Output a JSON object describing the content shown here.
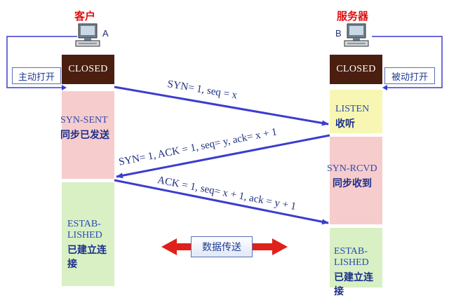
{
  "client": {
    "role": "客户",
    "letter": "A",
    "closed": "CLOSED",
    "action": "主动打开"
  },
  "server": {
    "role": "服务器",
    "letter": "B",
    "closed": "CLOSED",
    "action": "被动打开"
  },
  "client_states": [
    {
      "en": "SYN-SENT",
      "zh": "同步已发送",
      "color": "#f7cccc"
    },
    {
      "en": "ESTAB-LISHED",
      "zh": "已建立连接",
      "color": "#d8f0c4"
    }
  ],
  "server_states": [
    {
      "en": "LISTEN",
      "zh": "收听",
      "color": "#f7f7b3"
    },
    {
      "en": "SYN-RCVD",
      "zh": "同步收到",
      "color": "#f7cccc"
    },
    {
      "en": "ESTAB-LISHED",
      "zh": "已建立连接",
      "color": "#d8f0c4"
    }
  ],
  "messages": [
    {
      "text": "SYN= 1, seq = x"
    },
    {
      "text": "SYN= 1, ACK = 1, seq= y, ack= x + 1"
    },
    {
      "text": "ACK = 1, seq= x + 1, ack = y + 1"
    }
  ],
  "transfer_label": "数据传送",
  "colors": {
    "arrow": "#3c3ccf",
    "closed_bg": "#4a1f10",
    "role_text": "#e01010",
    "transfer_arrow": "#e0201a"
  }
}
